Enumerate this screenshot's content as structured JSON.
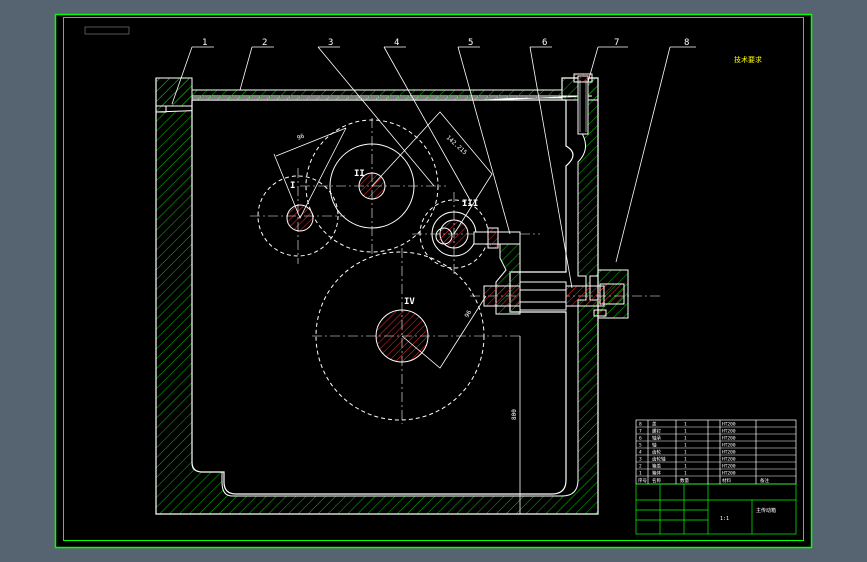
{
  "colors": {
    "workspace": "#566370",
    "paper": "#000000",
    "border": "#00ff00",
    "line": "#ffffff",
    "note": "#ffff00"
  },
  "drawing": {
    "note": "技术要求",
    "callouts": [
      "1",
      "2",
      "3",
      "4",
      "5",
      "6",
      "7",
      "8"
    ],
    "shaft_labels": [
      "I",
      "II",
      "III",
      "IV"
    ],
    "dimensions": {
      "angle_a": "96",
      "angle_b": "142.215",
      "angle_c": "96",
      "height": "800"
    }
  },
  "title_block": {
    "parts_rows": [
      {
        "no": "8",
        "name": "盖",
        "qty": "1",
        "material": "HT200"
      },
      {
        "no": "7",
        "name": "螺钉",
        "qty": "1",
        "material": "HT200"
      },
      {
        "no": "6",
        "name": "轴承",
        "qty": "1",
        "material": "HT200"
      },
      {
        "no": "5",
        "name": "轴",
        "qty": "1",
        "material": "HT200"
      },
      {
        "no": "4",
        "name": "齿轮",
        "qty": "1",
        "material": "HT200"
      },
      {
        "no": "3",
        "name": "齿轮轴",
        "qty": "1",
        "material": "HT200"
      },
      {
        "no": "2",
        "name": "箱盖",
        "qty": "1",
        "material": "HT200"
      },
      {
        "no": "1",
        "name": "箱体",
        "qty": "1",
        "material": "HT200"
      }
    ],
    "header": {
      "no": "序号",
      "name": "名称",
      "qty": "数量",
      "material": "材料",
      "remark": "备注"
    },
    "drawing_name": "主传动箱",
    "scale": "1:1"
  }
}
